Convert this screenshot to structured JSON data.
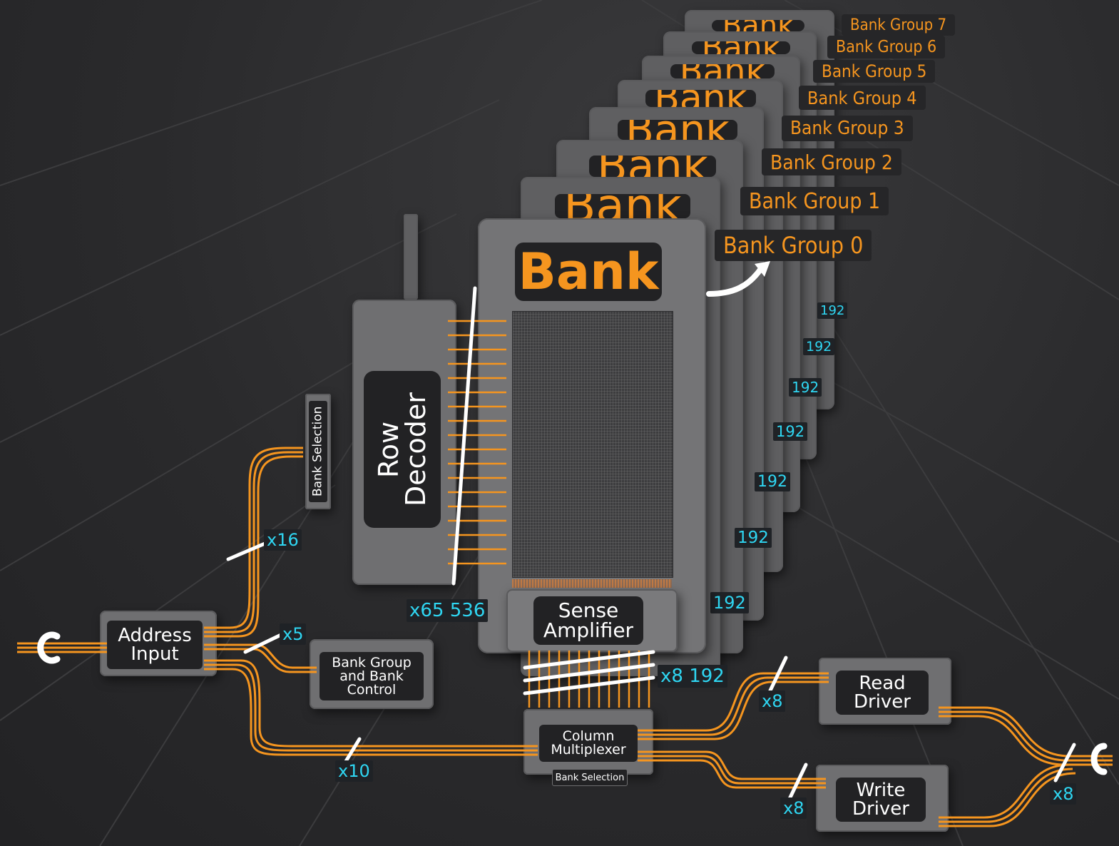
{
  "bank_groups": [
    "Bank Group 7",
    "Bank Group 6",
    "Bank Group 5",
    "Bank Group 4",
    "Bank Group 3",
    "Bank Group 2",
    "Bank Group 1",
    "Bank Group 0"
  ],
  "bank_title": "Bank",
  "row_decoder": "Row Decoder",
  "bank_selection": "Bank Selection",
  "sense_amplifier": "Sense Amplifier",
  "address_input": "Address Input",
  "bank_group_control": "Bank Group and Bank Control",
  "column_multiplexer": "Column Multiplexer",
  "column_bank_selection": "Bank Selection",
  "read_driver": "Read Driver",
  "write_driver": "Write Driver",
  "bus_widths": {
    "x16": "x16",
    "x5": "x5",
    "x10": "x10",
    "rows": "x65 536",
    "cols": "x8 192",
    "read": "x8",
    "write": "x8",
    "out": "x8"
  },
  "stack_widths": [
    "192",
    "192",
    "192",
    "192",
    "192",
    "192",
    "192"
  ],
  "colors": {
    "wire": "#f5951f",
    "accent_text": "#f5951f",
    "width_text": "#2fd6f2",
    "panel": "#6f6f71",
    "label_bg": "#222224"
  }
}
